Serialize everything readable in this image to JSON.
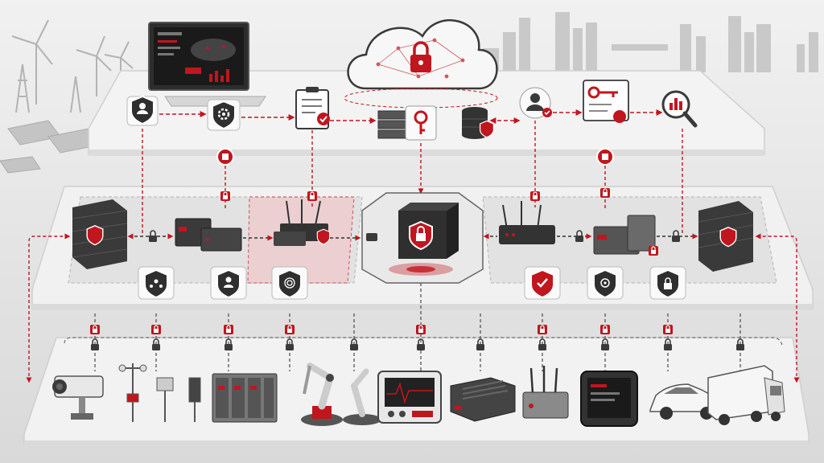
{
  "colors": {
    "accent": "#c0161e",
    "dark": "#3a3a3a",
    "platform": "#f2f2f2",
    "platform_edge": "#cfcfcf",
    "background": "#e6e6e6"
  },
  "layers": [
    {
      "name": "cloud-layer",
      "icons": [
        "admin-shield-icon",
        "monitor-dashboard",
        "gear-shield-icon",
        "clipboard-check-icon",
        "cloud-lock-icon",
        "server-key-icon",
        "database-shield-icon",
        "user-check-icon",
        "certificate-key-icon",
        "analytics-search-icon"
      ]
    },
    {
      "name": "edge-layer",
      "icons": [
        "firewall-left",
        "edge-gateway",
        "wireless-router",
        "secure-core-enclosure",
        "access-point",
        "edge-server",
        "firewall-right"
      ]
    },
    {
      "name": "device-layer",
      "icons": [
        "security-camera",
        "weather-sensor",
        "industrial-controller",
        "robot-arm",
        "patient-monitor",
        "embedded-computer",
        "iot-gateway",
        "rugged-tablet",
        "connected-car",
        "delivery-truck"
      ]
    }
  ],
  "edge_badges": [
    "network-shield-icon",
    "user-shield-icon",
    "fingerprint-shield-icon",
    "check-shield-icon",
    "nodes-shield-icon",
    "lock-shield-icon"
  ]
}
